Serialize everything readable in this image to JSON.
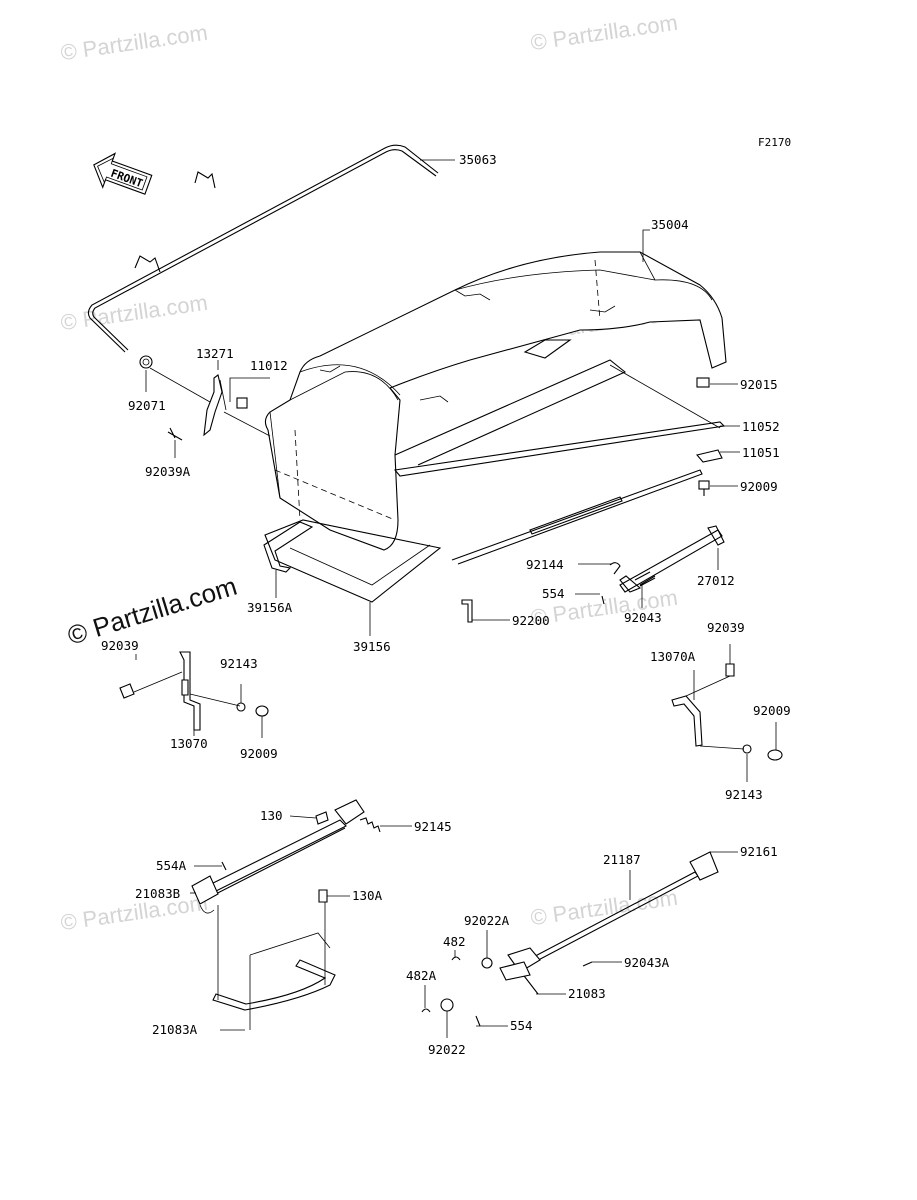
{
  "figure_ref": "F2170",
  "front_marker": "FRONT",
  "watermark": {
    "text": "© Partzilla.com",
    "color": "#d4d4d4"
  },
  "part_labels": [
    "35063",
    "35004",
    "13271",
    "11012",
    "92071",
    "92039A",
    "92015",
    "11052",
    "11051",
    "92009",
    "92144",
    "554",
    "27012",
    "92043",
    "39156A",
    "39156",
    "92200",
    "92039",
    "92143",
    "13070",
    "92009",
    "92039",
    "13070A",
    "92009",
    "92143",
    "130",
    "92145",
    "554A",
    "21083B",
    "130A",
    "21187",
    "92161",
    "92022A",
    "482",
    "482A",
    "92043A",
    "21083",
    "554",
    "92022",
    "21083A"
  ]
}
